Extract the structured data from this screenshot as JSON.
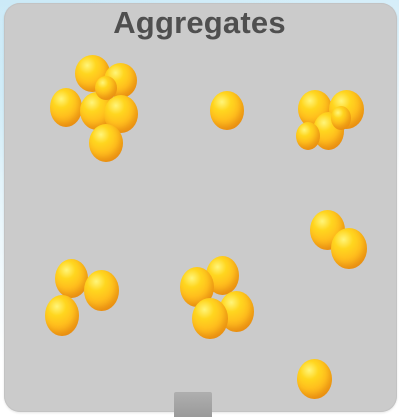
{
  "title": "Aggregates",
  "colors": {
    "panel": "#cbcbcb",
    "title_text": "#4f4f4f",
    "particle_light": "#ffd61f",
    "particle_dark": "#f3a11b"
  },
  "clusters": [
    {
      "name": "cluster-top-left",
      "particle_count": 7
    },
    {
      "name": "cluster-top-middle",
      "particle_count": 1
    },
    {
      "name": "cluster-top-right",
      "particle_count": 5
    },
    {
      "name": "cluster-right-middle",
      "particle_count": 2
    },
    {
      "name": "cluster-bottom-left",
      "particle_count": 3
    },
    {
      "name": "cluster-bottom-center",
      "particle_count": 4
    },
    {
      "name": "cluster-bottom-right",
      "particle_count": 1
    }
  ]
}
